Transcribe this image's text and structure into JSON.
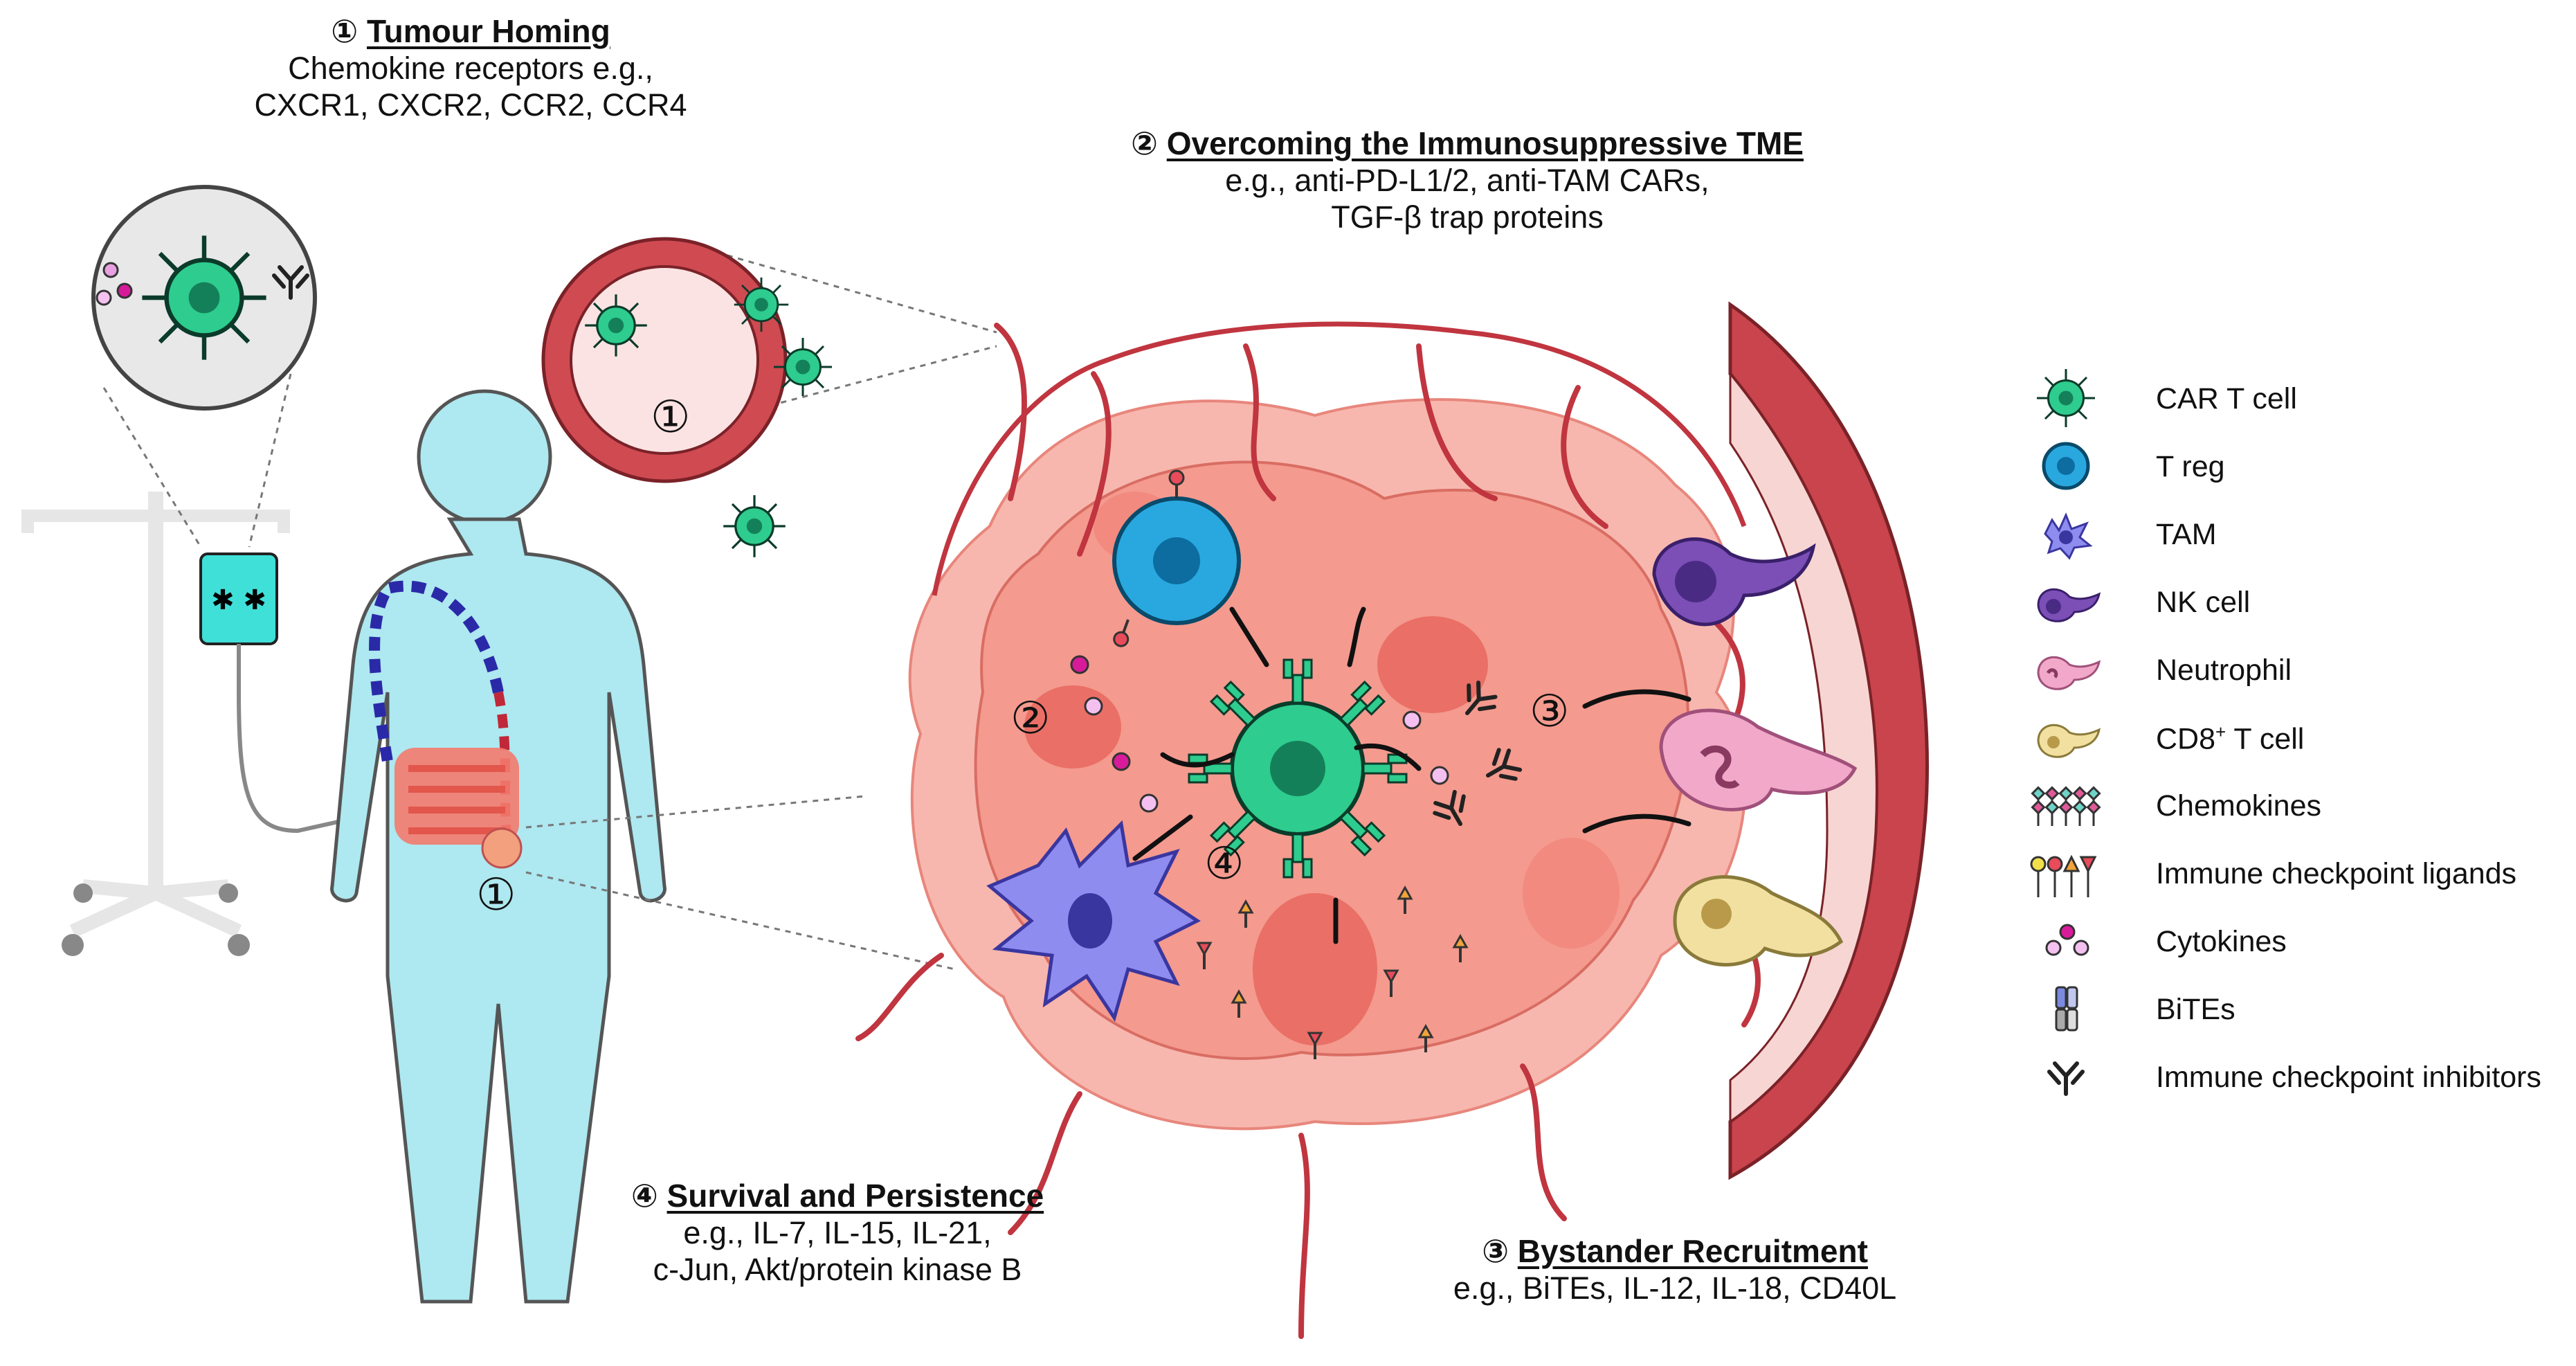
{
  "sections": {
    "tumour_homing": {
      "number": "①",
      "title": "Tumour Homing",
      "lines": [
        "Chemokine receptors e.g.,",
        "CXCR1, CXCR2, CCR2, CCR4"
      ]
    },
    "overcoming_tme": {
      "number": "②",
      "title": "Overcoming the Immunosuppressive TME",
      "lines": [
        "e.g., anti-PD-L1/2, anti-TAM CARs,",
        "TGF-β trap proteins"
      ]
    },
    "bystander": {
      "number": "③",
      "title": "Bystander Recruitment",
      "lines": [
        "e.g., BiTEs, IL-12, IL-18, CD40L"
      ]
    },
    "survival": {
      "number": "④",
      "title": "Survival and Persistence",
      "lines": [
        "e.g., IL-7, IL-15, IL-21,",
        "c-Jun, Akt/protein kinase B"
      ]
    }
  },
  "figure_markers": [
    "①",
    "②",
    "③",
    "④",
    "①"
  ],
  "legend": [
    {
      "icon": "car-t-cell-icon",
      "label": "CAR T cell"
    },
    {
      "icon": "t-reg-icon",
      "label": "T reg"
    },
    {
      "icon": "tam-icon",
      "label": "TAM"
    },
    {
      "icon": "nk-cell-icon",
      "label": "NK cell"
    },
    {
      "icon": "neutrophil-icon",
      "label": "Neutrophil"
    },
    {
      "icon": "cd8-t-cell-icon",
      "label_main": "CD8",
      "label_sup": "+",
      "label_rest": " T cell"
    },
    {
      "icon": "chemokines-icon",
      "label": "Chemokines"
    },
    {
      "icon": "immune-checkpoint-ligands-icon",
      "label": "Immune checkpoint ligands"
    },
    {
      "icon": "cytokines-icon",
      "label": "Cytokines"
    },
    {
      "icon": "bites-icon",
      "label": "BiTEs"
    },
    {
      "icon": "immune-checkpoint-inhibitors-icon",
      "label": "Immune checkpoint inhibitors"
    }
  ],
  "colors": {
    "car_t": "#2ecc8e",
    "car_t_core": "#14805a",
    "treg": "#29a8e0",
    "tam": "#8f8cf0",
    "nk": "#7b4fb6",
    "neutrophil": "#f2a8c8",
    "cd8": "#f1e0a0",
    "tumour": "#f49a8e",
    "vessel": "#c9444c",
    "patient": "#aee8f0",
    "iv_bag": "#3fe0d8"
  }
}
